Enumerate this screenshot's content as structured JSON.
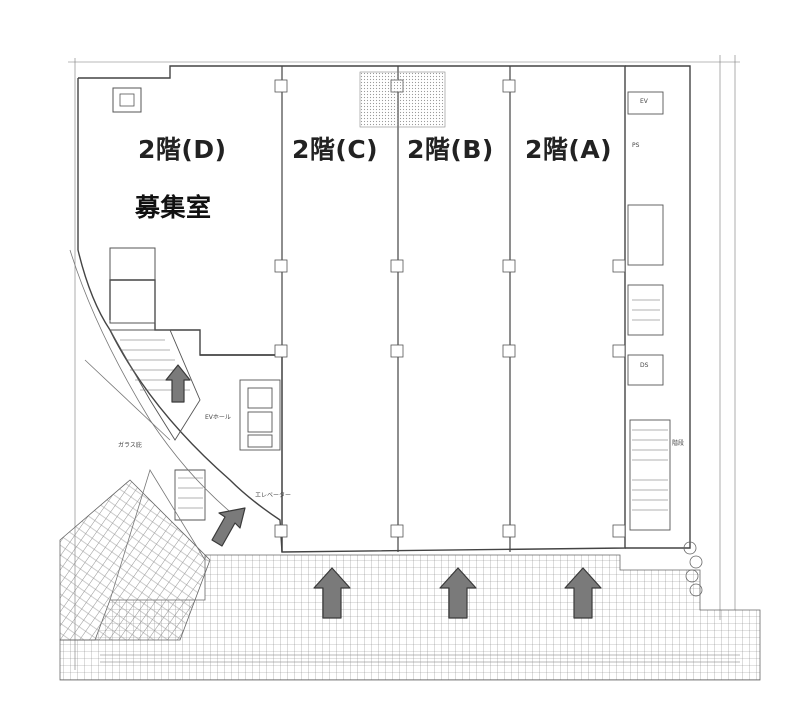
{
  "units": [
    {
      "id": "D",
      "label": "2階(D)"
    },
    {
      "id": "C",
      "label": "2階(C)"
    },
    {
      "id": "B",
      "label": "2階(B)"
    },
    {
      "id": "A",
      "label": "2階(A)"
    }
  ],
  "vacancy_label": "募集室",
  "notes": {
    "ev": "EV",
    "ev_hall": "EVホール",
    "elevator_label": "エレベーター",
    "glass": "ガラス庇",
    "ps": "PS",
    "ds": "DS",
    "stairs": "階段"
  },
  "colors": {
    "line": "#555555",
    "arrow": "#7a7a7a",
    "arrow_stroke": "#3a3a3a",
    "text": "#222222"
  }
}
